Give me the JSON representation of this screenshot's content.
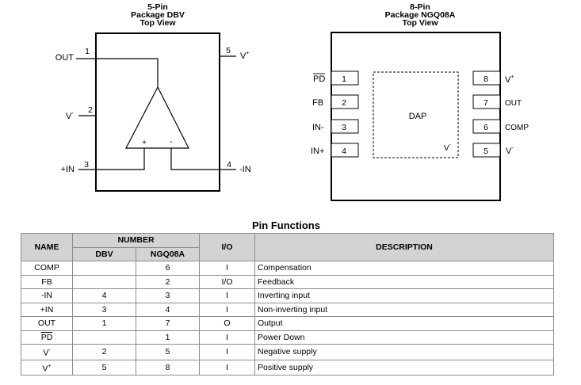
{
  "dbv": {
    "title_line1": "5-Pin",
    "title_line2": "Package DBV",
    "title_line3": "Top View",
    "pins": [
      {
        "num": "1",
        "label": "OUT"
      },
      {
        "num": "2",
        "label": "V",
        "sup": "-"
      },
      {
        "num": "3",
        "label": "+IN"
      },
      {
        "num": "4",
        "label": "-IN"
      },
      {
        "num": "5",
        "label": "V",
        "sup": "+"
      }
    ],
    "opamp_plus": "+",
    "opamp_minus": "-"
  },
  "ngq": {
    "title_line1": "8-Pin",
    "title_line2": "Package NGQ08A",
    "title_line3": "Top View",
    "dap_label": "DAP",
    "dap_sub": "V",
    "dap_sub_sup": "-",
    "left_pins": [
      {
        "num": "1",
        "label": "PD",
        "overline": true
      },
      {
        "num": "2",
        "label": "FB"
      },
      {
        "num": "3",
        "label": "IN-"
      },
      {
        "num": "4",
        "label": "IN+"
      }
    ],
    "right_pins": [
      {
        "num": "8",
        "label": "V",
        "sup": "+"
      },
      {
        "num": "7",
        "label": "OUT"
      },
      {
        "num": "6",
        "label": "COMP"
      },
      {
        "num": "5",
        "label": "V",
        "sup": "-"
      }
    ]
  },
  "table": {
    "title": "Pin Functions",
    "headers": {
      "name": "NAME",
      "number": "NUMBER",
      "dbv": "DBV",
      "ngq": "NGQ08A",
      "io": "I/O",
      "description": "DESCRIPTION"
    },
    "rows": [
      {
        "name": "COMP",
        "dbv": "",
        "ngq": "6",
        "io": "I",
        "desc": "Compensation"
      },
      {
        "name": "FB",
        "dbv": "",
        "ngq": "2",
        "io": "I/O",
        "desc": "Feedback"
      },
      {
        "name": "-IN",
        "dbv": "4",
        "ngq": "3",
        "io": "I",
        "desc": "Inverting input"
      },
      {
        "name": "+IN",
        "dbv": "3",
        "ngq": "4",
        "io": "I",
        "desc": "Non-inverting input"
      },
      {
        "name": "OUT",
        "dbv": "1",
        "ngq": "7",
        "io": "O",
        "desc": "Output"
      },
      {
        "name": "PD",
        "overline": true,
        "dbv": "",
        "ngq": "1",
        "io": "I",
        "desc": "Power Down"
      },
      {
        "name": "V",
        "sup": "-",
        "dbv": "2",
        "ngq": "5",
        "io": "I",
        "desc": "Negative supply"
      },
      {
        "name": "V",
        "sup": "+",
        "dbv": "5",
        "ngq": "8",
        "io": "I",
        "desc": "Positive supply"
      }
    ]
  }
}
